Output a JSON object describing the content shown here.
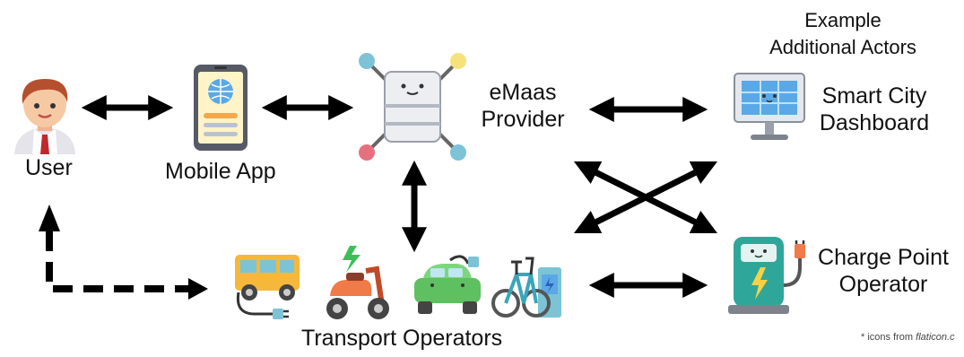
{
  "nodes": {
    "user": "User",
    "mobile_app": "Mobile App",
    "emaas_provider": [
      "eMaas",
      "Provider"
    ],
    "transport_operators": "Transport Operators",
    "additional_actors_header": [
      "Example",
      "Additional Actors"
    ],
    "smart_city_dashboard": [
      "Smart City",
      "Dashboard"
    ],
    "charge_point_operator": [
      "Charge Point",
      "Operator"
    ]
  },
  "credit": {
    "prefix": "* icons from ",
    "source": "flaticon.c"
  },
  "icons": [
    "user-icon",
    "mobile-app-icon",
    "server-hub-icon",
    "camper-van-icon",
    "electric-scooter-icon",
    "electric-car-icon",
    "electric-bike-icon",
    "dashboard-monitor-icon",
    "charging-station-icon"
  ],
  "colors": {
    "arrow": "#000000",
    "hub_pink": "#e8707e",
    "hub_teal": "#7cc3d6",
    "hub_yellow": "#f6e27a",
    "screen_blue": "#5aa9e6",
    "station_teal": "#2ea79a"
  }
}
